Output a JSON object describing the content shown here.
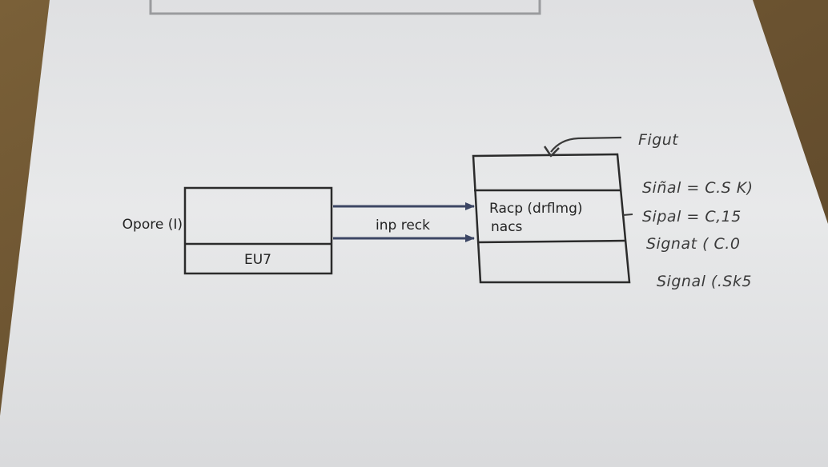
{
  "diagram": {
    "left_box": {
      "side_label": "Opore (I)",
      "bottom_label": "EU7"
    },
    "arrow_label": "inp reck",
    "right_box": {
      "line1": "Racp (drflmg)",
      "line2": "nacs"
    },
    "callout": "Figut",
    "signals": [
      "Siñal = C.S K)",
      "Sipal = C,15",
      "Signat ( C.0",
      "Signal (.Sk5"
    ]
  },
  "colors": {
    "paper": "#e9eaeb",
    "ink": "#2b2b2b",
    "arrow": "#3c4664",
    "background": "#6b5432"
  }
}
